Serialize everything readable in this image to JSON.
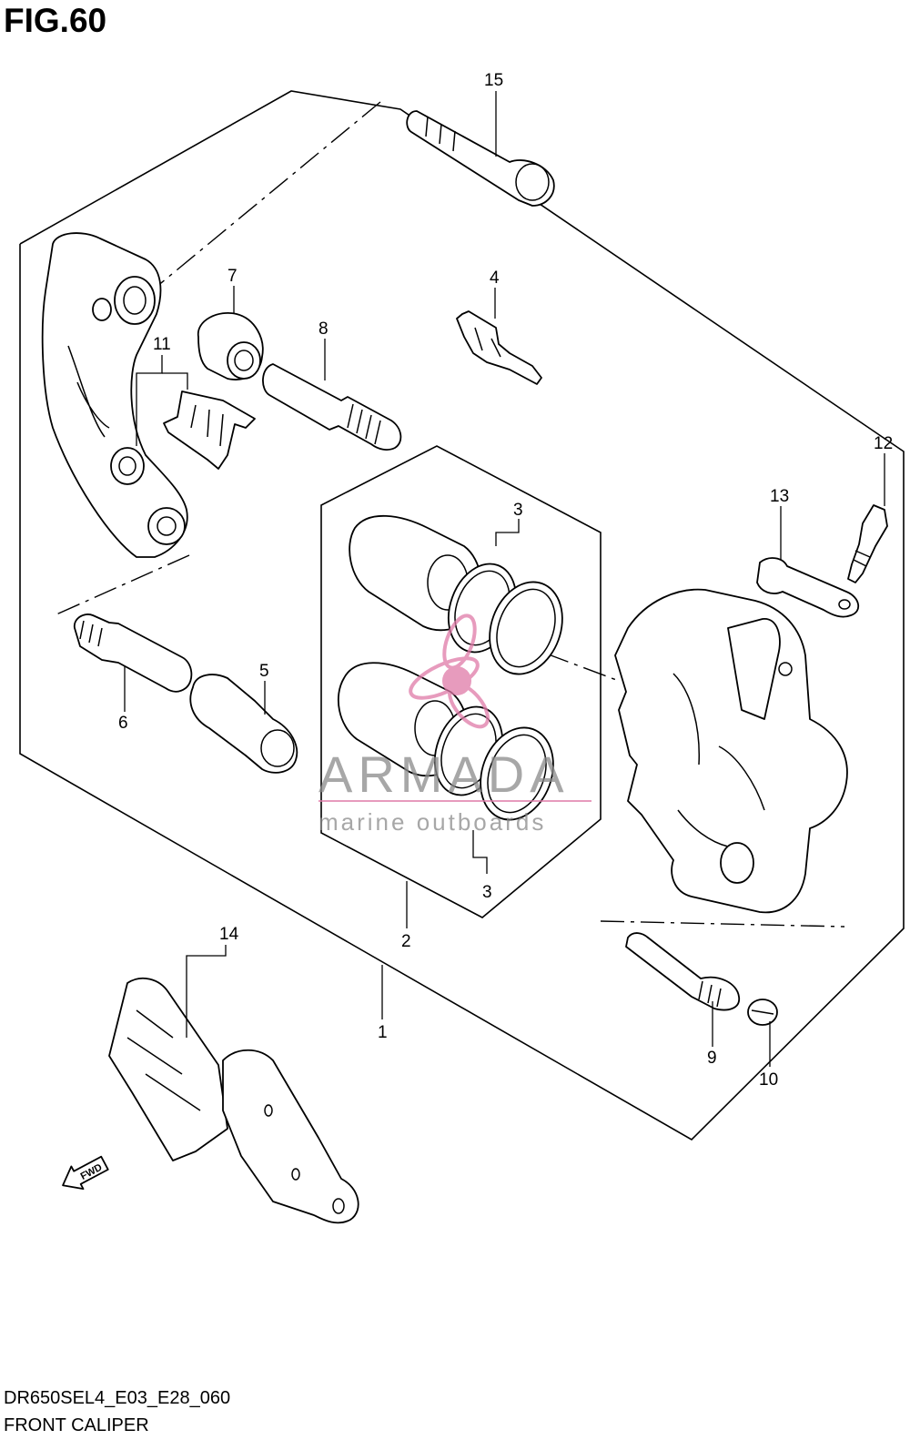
{
  "figure": {
    "title": "FIG.60",
    "code": "DR650SEL4_E03_E28_060",
    "name": "FRONT CALIPER"
  },
  "callouts": [
    {
      "id": "c15",
      "label": "15"
    },
    {
      "id": "c7",
      "label": "7"
    },
    {
      "id": "c8",
      "label": "8"
    },
    {
      "id": "c4",
      "label": "4"
    },
    {
      "id": "c11",
      "label": "11"
    },
    {
      "id": "c12",
      "label": "12"
    },
    {
      "id": "c13",
      "label": "13"
    },
    {
      "id": "c3a",
      "label": "3"
    },
    {
      "id": "c3b",
      "label": "3"
    },
    {
      "id": "c5",
      "label": "5"
    },
    {
      "id": "c6",
      "label": "6"
    },
    {
      "id": "c2",
      "label": "2"
    },
    {
      "id": "c14",
      "label": "14"
    },
    {
      "id": "c1",
      "label": "1"
    },
    {
      "id": "c9",
      "label": "9"
    },
    {
      "id": "c10",
      "label": "10"
    }
  ],
  "watermark": {
    "brand": "ARMADA",
    "tagline": "marine outboards",
    "color_text": "#8a8a8a",
    "color_accent": "#e07aa8"
  },
  "direction_arrow": {
    "label": "FWD"
  }
}
